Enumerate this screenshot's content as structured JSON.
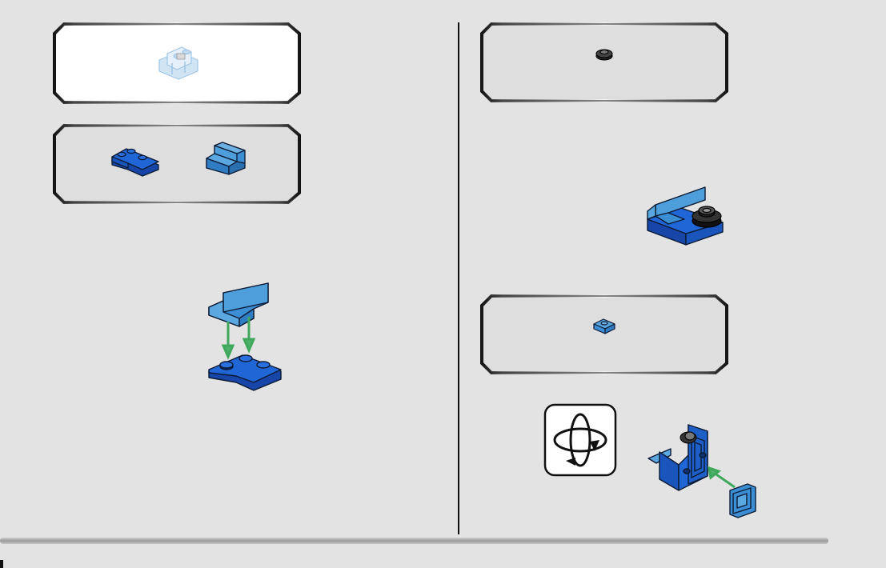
{
  "page": {
    "background": "#e3e3e3"
  },
  "left_column": {
    "submodel_callout": {
      "parts": [
        "transparent-assembly-preview"
      ],
      "fill": "#ffffff"
    },
    "parts_callout": {
      "parts": [
        "blue-l-plate-icon",
        "medium-blue-bracket-icon"
      ],
      "fill": "#dedede"
    },
    "step_illustration": {
      "arrows": 2,
      "arrow_color": "#4caf6a"
    }
  },
  "right_column": {
    "parts_callout_top": {
      "parts": [
        "black-round-plate-icon"
      ],
      "fill": "#dedede"
    },
    "parts_callout_bottom": {
      "parts": [
        "medium-blue-tile-icon"
      ],
      "fill": "#dedede"
    },
    "rotate_indicator": {
      "icon": "rotate-model-icon"
    },
    "step_illustration": {
      "arrows": 1,
      "arrow_color": "#4caf6a"
    }
  },
  "colors": {
    "dark_blue": "#1e5fc7",
    "medium_blue": "#3d8fd1",
    "outline": "#0b1a33",
    "frame_dark": "#222222",
    "frame_light": "#f5f5f5",
    "arrow_green": "#4caf6a"
  }
}
